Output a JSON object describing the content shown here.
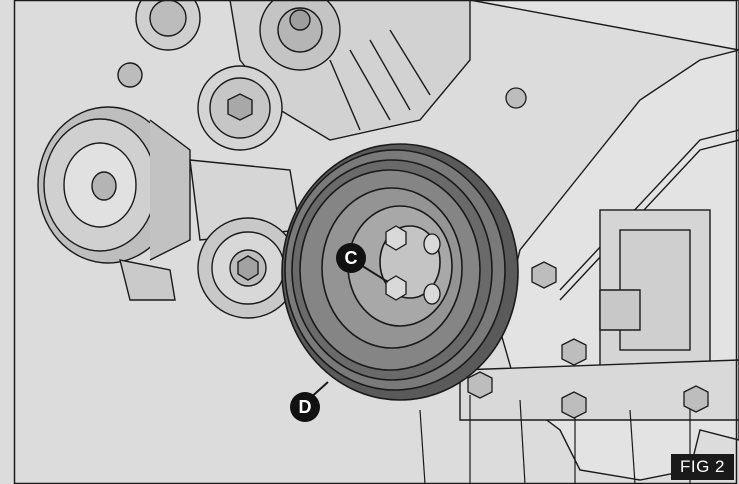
{
  "figure": {
    "fig_label": "FIG 2",
    "callouts": [
      {
        "id": "C",
        "label": "C"
      },
      {
        "id": "D",
        "label": "D"
      }
    ]
  },
  "colors": {
    "background": "#dcdcdc",
    "line": "#1a1a1a",
    "pulley_dark": "#5a5a5a",
    "pulley_mid": "#8a8a8a",
    "callout_fill": "#111111",
    "tag_fill": "#1a1a1a"
  }
}
